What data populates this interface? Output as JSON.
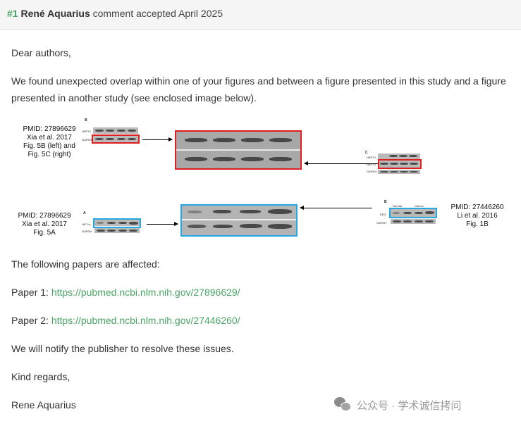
{
  "comment": {
    "number": "#1",
    "author": "René Aquarius",
    "status": "comment accepted April 2025"
  },
  "body": {
    "greeting": "Dear authors,",
    "intro_line1": "We found unexpected overlap within one of your figures and between a figure presented in this study and a figure",
    "intro_line2": "presented in another study (see enclosed image below).",
    "affected": "The following papers are affected:",
    "paper1_label": "Paper 1:",
    "paper1_url": "https://pubmed.ncbi.nlm.nih.gov/27896629/",
    "paper2_label": "Paper 2:",
    "paper2_url": "https://pubmed.ncbi.nlm.nih.gov/27446260/",
    "notify": "We will notify the publisher to resolve these issues.",
    "closing": "Kind regards,",
    "signature": "Rene Aquarius"
  },
  "figure": {
    "top_caption": [
      "PMID: 27896629",
      "Xia et al. 2017",
      "Fig. 5B (left) and",
      "Fig. 5C (right)"
    ],
    "bottom_left_caption": [
      "PMID: 27896629",
      "Xia et al. 2017",
      "Fig. 5A"
    ],
    "bottom_right_caption": [
      "PMID: 27446260",
      "Li et al. 2016",
      "Fig. 1B"
    ],
    "panel_b": "B",
    "panel_c": "C",
    "panel_a": "A",
    "panel_b2": "B",
    "label_hsp70": "HSP70",
    "label_gapdh": "GAPDH",
    "label_hif1a": "HIF-1α",
    "label_edg": "EDG",
    "label_normal": "Normal",
    "label_cancer": "Cancer",
    "colors": {
      "red_box": "#e02020",
      "blue_box": "#27a8e0"
    }
  },
  "watermark": {
    "icon": "wechat-icon",
    "text": "公众号 · 学术诚信拷问"
  }
}
